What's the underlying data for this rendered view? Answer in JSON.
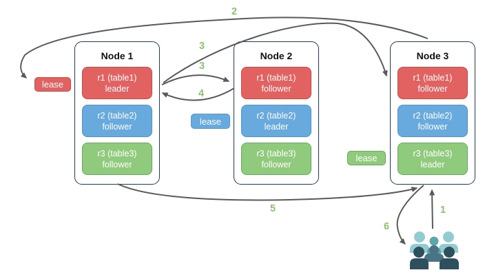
{
  "diagram_title": "raft-leaders-and-leaseholders-per-node",
  "nodes": [
    {
      "title": "Node 1",
      "replicas": [
        {
          "name": "r1 (table1)",
          "role": "leader",
          "color": "red"
        },
        {
          "name": "r2 (table2)",
          "role": "follower",
          "color": "blue"
        },
        {
          "name": "r3 (table3)",
          "role": "follower",
          "color": "green"
        }
      ]
    },
    {
      "title": "Node 2",
      "replicas": [
        {
          "name": "r1 (table1)",
          "role": "follower",
          "color": "red"
        },
        {
          "name": "r2 (table2)",
          "role": "leader",
          "color": "blue"
        },
        {
          "name": "r3 (table3)",
          "role": "follower",
          "color": "green"
        }
      ]
    },
    {
      "title": "Node 3",
      "replicas": [
        {
          "name": "r1 (table1)",
          "role": "follower",
          "color": "red"
        },
        {
          "name": "r2 (table2)",
          "role": "follower",
          "color": "blue"
        },
        {
          "name": "r3 (table3)",
          "role": "leader",
          "color": "green"
        }
      ]
    }
  ],
  "leases": [
    {
      "label": "lease",
      "color": "red",
      "near": "left of Node 1"
    },
    {
      "label": "lease",
      "color": "blue",
      "near": "between Node 1 and Node 2"
    },
    {
      "label": "lease",
      "color": "green",
      "near": "between Node 2 and Node 3"
    }
  ],
  "step_labels": {
    "s1": "1",
    "s2": "2",
    "s3a": "3",
    "s3b": "3",
    "s4": "4",
    "s5": "5",
    "s6": "6"
  },
  "icons": {
    "users": "users-group-icon"
  },
  "colors": {
    "replica_red": "#e26161",
    "replica_blue": "#68a9de",
    "replica_green": "#90cb7d",
    "node_border": "#1f3864",
    "arrow": "#58595b",
    "step_label": "#8cc271",
    "users_light": "#92ccd0",
    "users_medium": "#5ca6ab",
    "users_slate": "#4a7484",
    "users_dark": "#2e4f5e"
  }
}
